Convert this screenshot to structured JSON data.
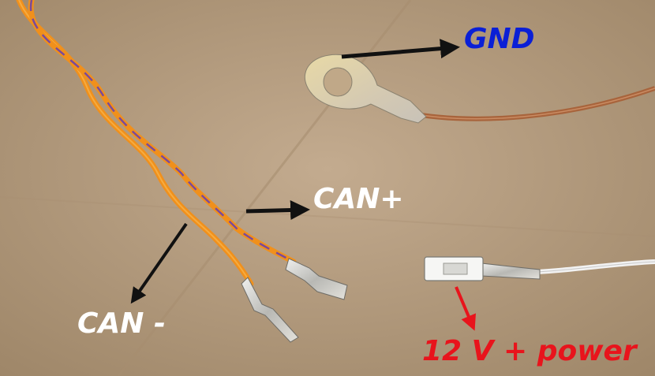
{
  "labels": {
    "gnd": "GND",
    "can_plus": "CAN+",
    "can_minus": "CAN -",
    "power": "12 V + power"
  },
  "colors": {
    "gnd_label": "#0a1fd6",
    "can_labels": "#ffffff",
    "power_label": "#e8141c",
    "arrow_black": "#111111",
    "arrow_red": "#e8141c",
    "background_cardboard": "#b49c80",
    "wire_orange": "#f0901c",
    "wire_purple": "#7a4a9a",
    "wire_copper": "#a8643c",
    "wire_white": "#f2f2f2"
  }
}
